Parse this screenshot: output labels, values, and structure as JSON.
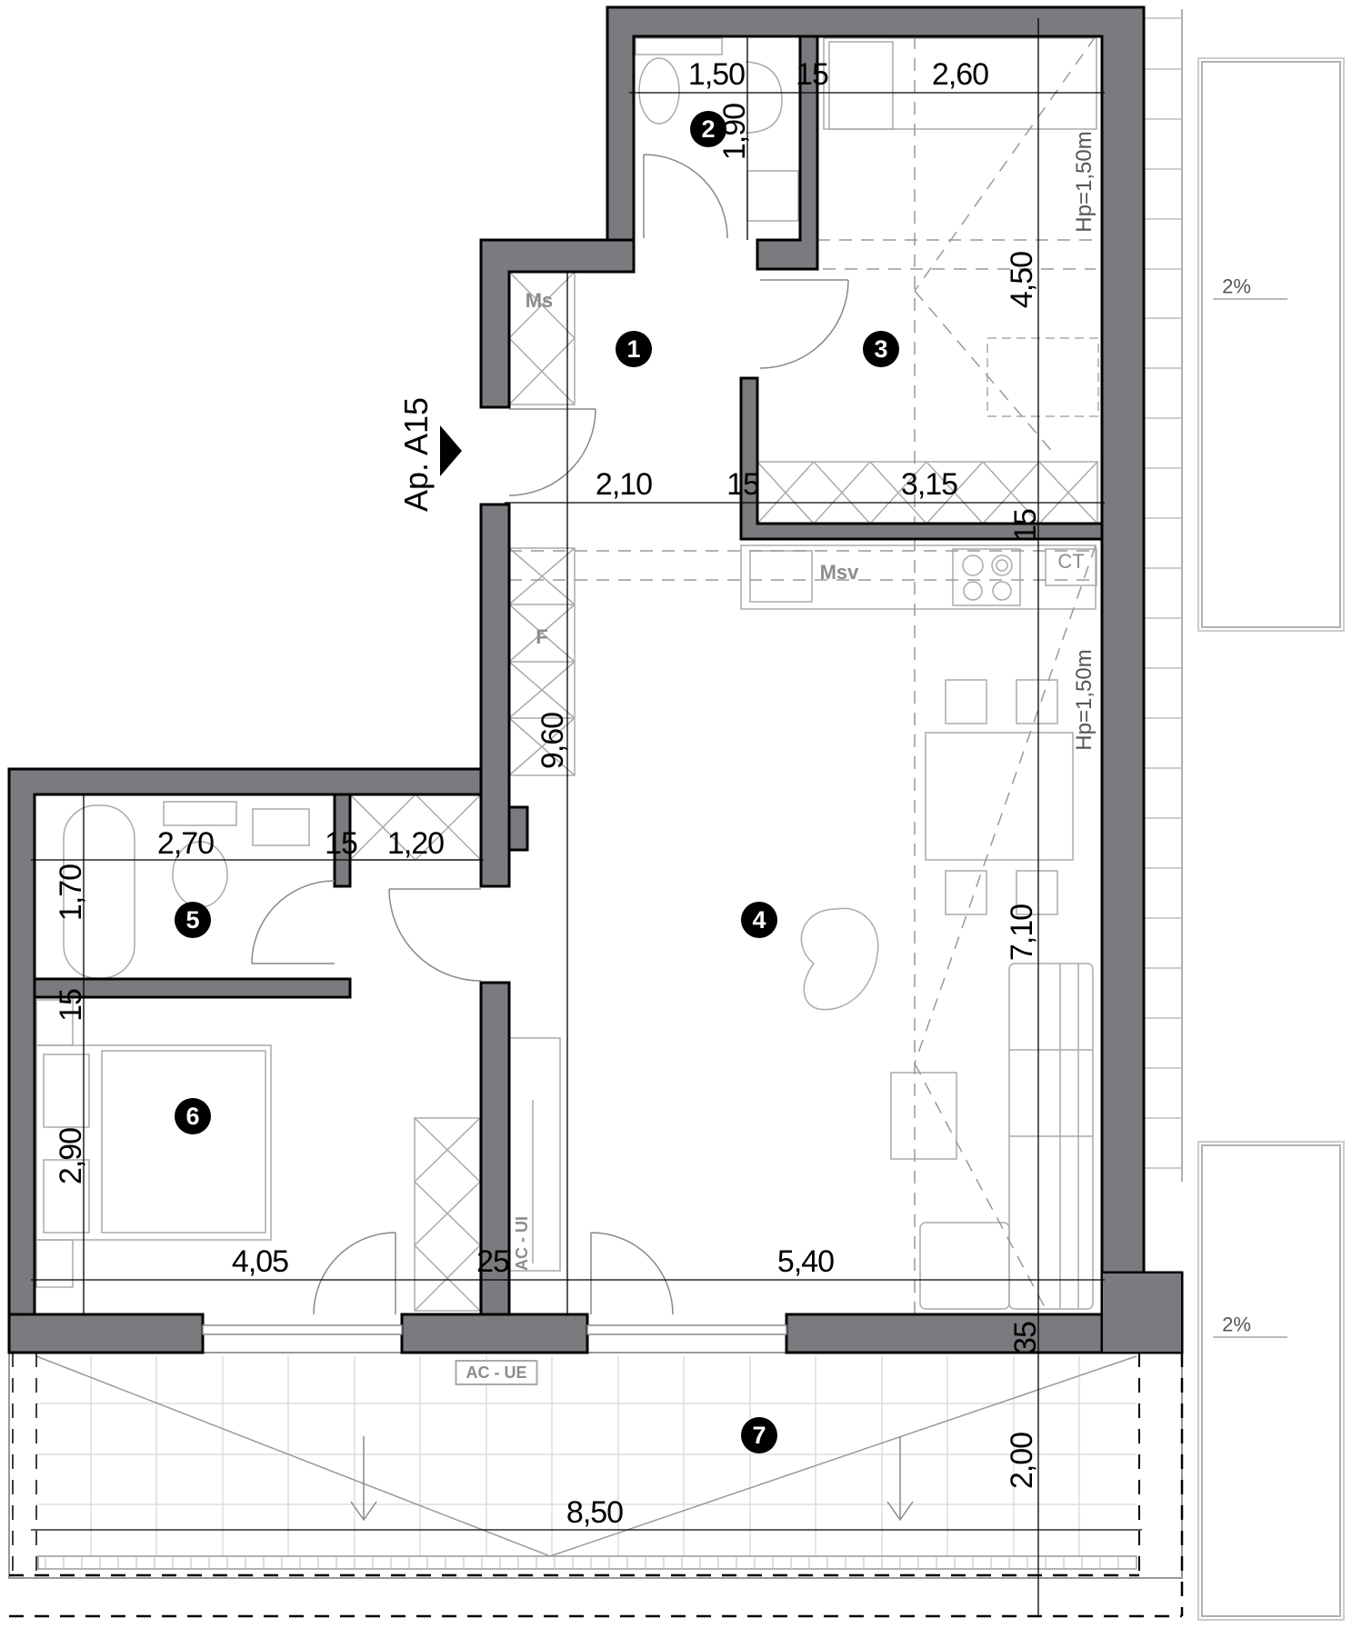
{
  "apartment": {
    "label": "Ap. A15"
  },
  "colors": {
    "wall": "#7a7b7e",
    "wall_edge": "#000000",
    "furniture": "#aaaaaa",
    "badge": "#000000"
  },
  "rooms": [
    {
      "number": "1"
    },
    {
      "number": "2"
    },
    {
      "number": "3"
    },
    {
      "number": "4"
    },
    {
      "number": "5"
    },
    {
      "number": "6"
    },
    {
      "number": "7"
    }
  ],
  "dimensions": {
    "bath2_width": "1,50",
    "wall_top_15": "15",
    "room3_width": "2,60",
    "bath2_height": "1,90",
    "room3_height": "4,50",
    "hall_width": "2,10",
    "wall_mid_15": "15",
    "room3_width_lower": "3,15",
    "wall_vert_15": "15",
    "hall_length": "9,60",
    "bath5_width": "2,70",
    "wall_bath5_15": "15",
    "closet_width": "1,20",
    "bath5_height": "1,70",
    "wall_left_15": "15",
    "room6_height": "2,90",
    "room4_height": "7,10",
    "room6_width": "4,05",
    "wall_25": "25",
    "room4_width": "5,40",
    "wall_35": "35",
    "balcony_depth": "2,00",
    "balcony_width": "8,50"
  },
  "annotations": {
    "hp_upper": "Hp=1,50m",
    "hp_lower": "Hp=1,50m",
    "wardrobe_ms": "Ms",
    "fridge": "F",
    "dishwasher": "Msv",
    "ct": "CT",
    "ac_ue": "AC - UE",
    "ac_ui": "AC - UI",
    "slope_upper": "2%",
    "slope_lower": "2%"
  }
}
